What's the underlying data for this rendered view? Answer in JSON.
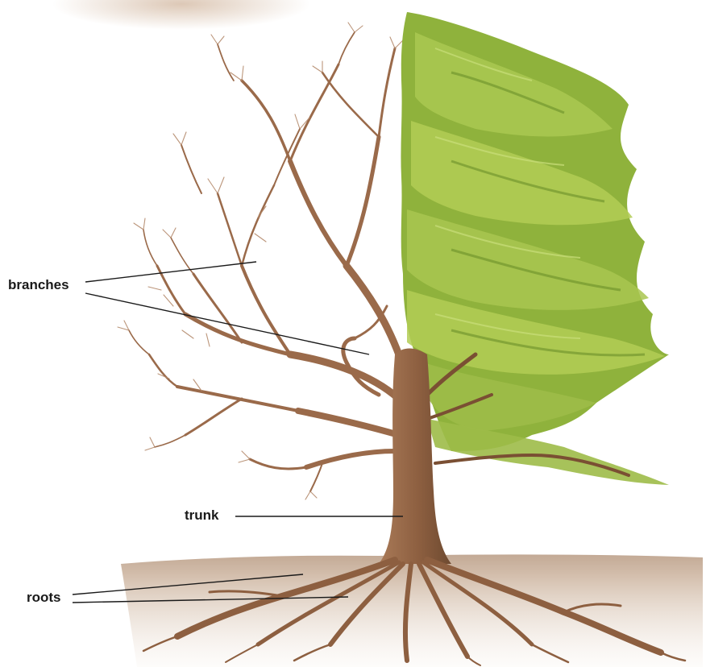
{
  "labels": {
    "branches": "branches",
    "trunk": "trunk",
    "roots": "roots"
  },
  "colors": {
    "background": "#ffffff",
    "soil": "#c8ab92",
    "bark": "#9a6a4a",
    "bark_dark": "#7a4f33",
    "foliage_light": "#b3cc55",
    "foliage_mid": "#8fb23c",
    "foliage_dark": "#6a8f2a",
    "leader_line": "#1a1a1a"
  },
  "icons": [
    "tree-illustration"
  ]
}
